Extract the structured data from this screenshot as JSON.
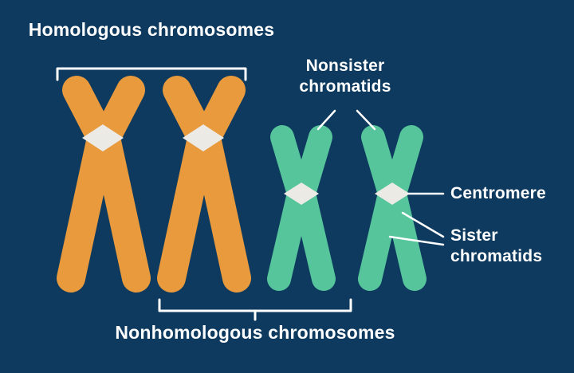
{
  "title": "Chromosome structure diagram",
  "background": "#0d3a5e",
  "colors": {
    "orange_chromosome": "#E89A3C",
    "green_chromosome": "#57C59B",
    "centromere": "#ECEAE5",
    "line": "#FFFFFF",
    "text": "#FFFFFF"
  },
  "labels": {
    "homologous": "Homologous chromosomes",
    "nonsister": {
      "line1": "Nonsister",
      "line2": "chromatids"
    },
    "centromere": "Centromere",
    "sister": {
      "line1": "Sister",
      "line2": "chromatids"
    },
    "nonhomologous": "Nonhomologous chromosomes"
  }
}
